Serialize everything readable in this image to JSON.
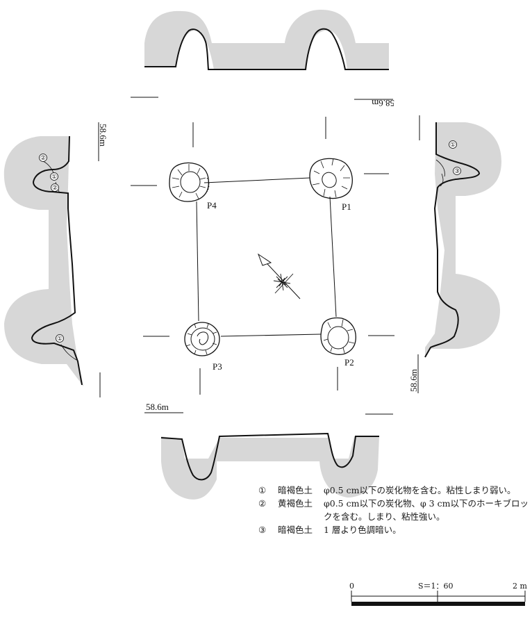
{
  "elevations": {
    "top": "58.6m",
    "left": "58.6m",
    "right": "58.6m",
    "bottom": "58.6m"
  },
  "pits": [
    "P1",
    "P2",
    "P3",
    "P4"
  ],
  "markers": {
    "one": "①",
    "two": "②",
    "three": "③"
  },
  "legend": [
    {
      "num": "①",
      "name": "暗褐色土",
      "desc": "φ0.5 cm以下の炭化物を含む。粘性しまり弱い。"
    },
    {
      "num": "②",
      "name": "黄褐色土",
      "desc": "φ0.5 cm以下の炭化物、φ 3 cm以下のホーキブロックを含む。しまり、粘性強い。"
    },
    {
      "num": "③",
      "name": "暗褐色土",
      "desc": "1 層より色調暗い。"
    }
  ],
  "scale": {
    "start": "0",
    "ratio": "S＝1：60",
    "end": "2 m"
  },
  "colors": {
    "fill": "#d7d7d7",
    "line": "#111111"
  }
}
